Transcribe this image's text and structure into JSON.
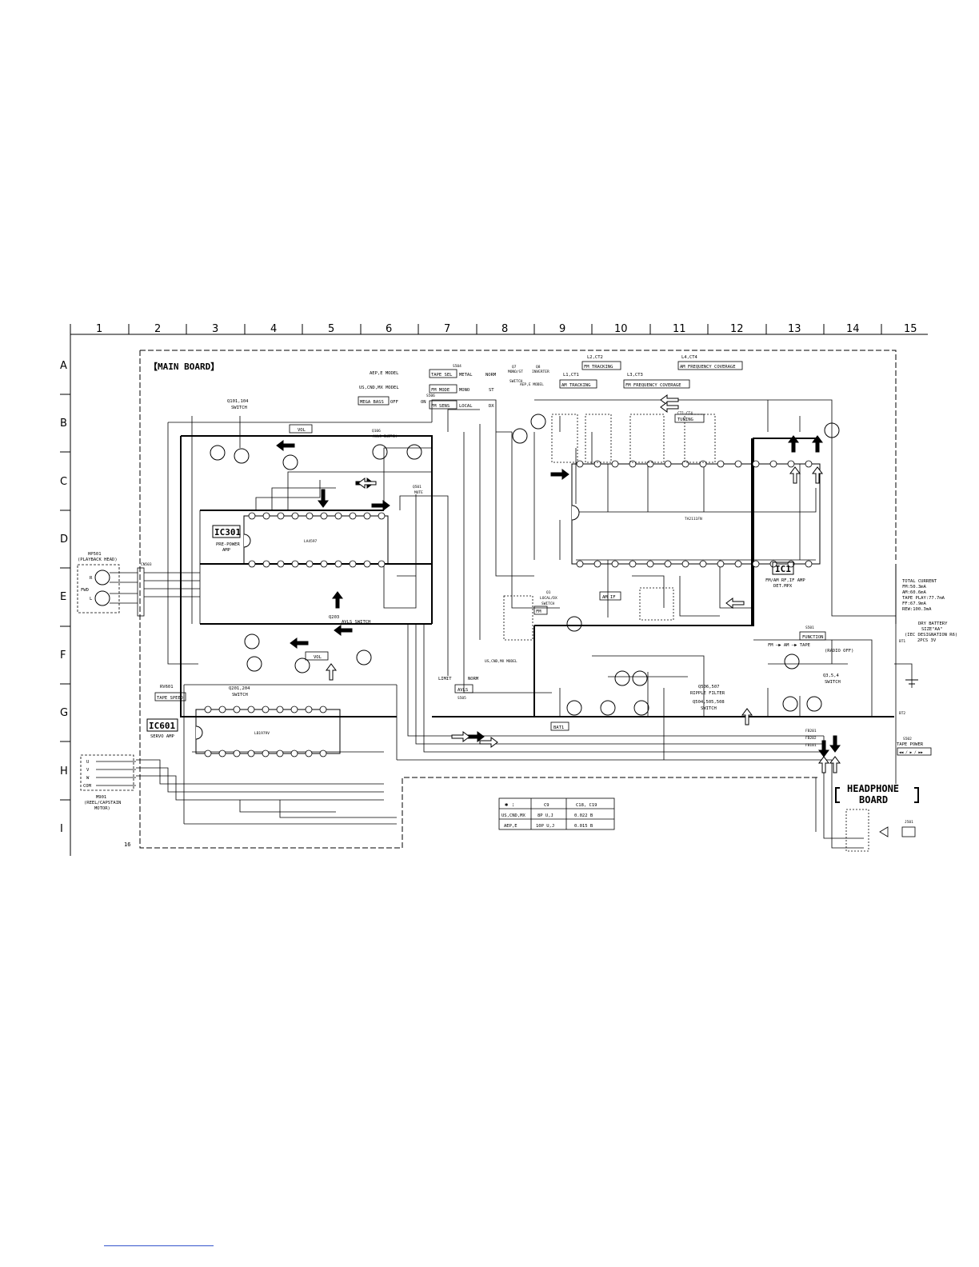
{
  "board": {
    "title": "【MAIN BOARD】",
    "headphone_title": [
      "HEADPHONE",
      "BOARD"
    ]
  },
  "grid": {
    "columns": [
      "1",
      "2",
      "3",
      "4",
      "5",
      "6",
      "7",
      "8",
      "9",
      "10",
      "11",
      "12",
      "13",
      "14",
      "15"
    ],
    "rows": [
      "A",
      "B",
      "C",
      "D",
      "E",
      "F",
      "G",
      "H",
      "I"
    ]
  },
  "ics": {
    "ic301": {
      "name": "IC301",
      "desc1": "PRE-POWER",
      "desc2": "AMP",
      "part": "LA4597"
    },
    "ic601": {
      "name": "IC601",
      "desc1": "SERVO AMP",
      "part": "LB1979V"
    },
    "ic1": {
      "name": "IC1",
      "desc1": "FM/AM RF,IF AMP",
      "desc2": "DET.MPX",
      "part": "TA2111FN"
    }
  },
  "boxes": {
    "tape_sel": "TAPE SEL",
    "fm_mode": "FM MODE",
    "fm_sens": "FM SENS",
    "mega_bass": "MEGA BASS",
    "tuning": "TUNING",
    "vol1": "VOL",
    "vol2": "VOL",
    "tape_speed": "TAPE SPEED",
    "function": "FUNCTION",
    "avls": "AVLS",
    "am_tracking": "AM TRACKING",
    "fm_tracking": "FM TRACKING",
    "fm_freq": "FM FREQUENCY COVERAGE",
    "am_freq": "AM FREQUENCY COVERAGE",
    "am_if": "AM IF",
    "bat1": "BAT1",
    "fm": "FM"
  },
  "labels": {
    "a_model": "AEP,E MODEL",
    "us_model": "US,CND,MX MODEL",
    "s504": "S504",
    "metal": "METAL",
    "norm": "NORM",
    "mono": "MONO",
    "st": "ST",
    "local": "LOCAL",
    "dx": "DX",
    "off": "OFF",
    "on": "ON",
    "s506": "S506",
    "q7": "Q7",
    "mono_st_sw": "MONO/ST",
    "switch": "SWITCH",
    "q8": "Q8",
    "inverter": "INVERTER",
    "aep_model2": "AEP,E MODEL",
    "l2ct2": "L2,CT2",
    "l1ct1": "L1,CT1",
    "l3ct3": "L3,CT3",
    "l4ct4": "L4,CT4",
    "ct1ct4": "CT1-CT4",
    "q101": "Q101,104",
    "q101sw": "SWITCH",
    "q106": "Q106",
    "avls_sw": "AVLS SWITCH",
    "q501": "Q501",
    "mute": "MUTE",
    "q203": "Q203",
    "avls_sw2": "AVLS SWITCH",
    "q201": "Q201,204",
    "q201sw": "SWITCH",
    "hp501": "HP501",
    "playback": "(PLAYBACK HEAD)",
    "fwd": "FWD",
    "r": "R",
    "l": "L",
    "cn503": "CN503",
    "m901": "M901",
    "motor1": "(REEL/CAPSTAIN",
    "motor2": "MOTOR)",
    "u": "U",
    "v": "V",
    "w": "W",
    "com": "COM",
    "rv601": "RV601",
    "q1": "Q1",
    "local_dx": "LOCAL/DX",
    "q1sw": "SWITCH",
    "limit": "LIMIT",
    "norm2": "NORM",
    "s505": "S505",
    "us_model2": "US,CND,MX MODEL",
    "s501": "S501",
    "fm_am_tape": "FM —▶ AM —▶ TAPE",
    "radio_off": "(RADIO OFF)",
    "total_current": "TOTAL CURRENT",
    "fm_cur": "FM:50.3mA",
    "am_cur": "AM:60.6mA",
    "tape_cur": "TAPE PLAY:77.7mA",
    "ff_cur": "FF:67.9mA",
    "rew_cur": "REW:100.3mA",
    "dry_battery": "DRY BATTERY",
    "size": "SIZE\"AA\"",
    "iec": "(IEC DESIGNATION R6)",
    "pcs": "2PCS 3V",
    "q506": "Q506,507",
    "ripple": "RIPPLE FILTER",
    "q504": "Q504,505,508",
    "q504sw": "SWITCH",
    "q3": "Q3,5,4",
    "q3sw": "SWITCH",
    "s502": "S502",
    "tape_power": "TAPE POWER",
    "tape_power_sym": "◀◀ / ▶ / ▶▶",
    "j501": "J501",
    "page_num": "16",
    "bt1": "BT1",
    "bt2": "BT2",
    "fb201": "FB201",
    "fb202": "FB202",
    "fb101": "FB101"
  },
  "table": {
    "header": [
      "✱ :",
      "C9",
      "C18, C19"
    ],
    "rows": [
      [
        "US,CND,MX",
        "8P U,J",
        "0.022 B"
      ],
      [
        "AEP,E",
        "10P U,J",
        "0.015 B"
      ]
    ]
  }
}
